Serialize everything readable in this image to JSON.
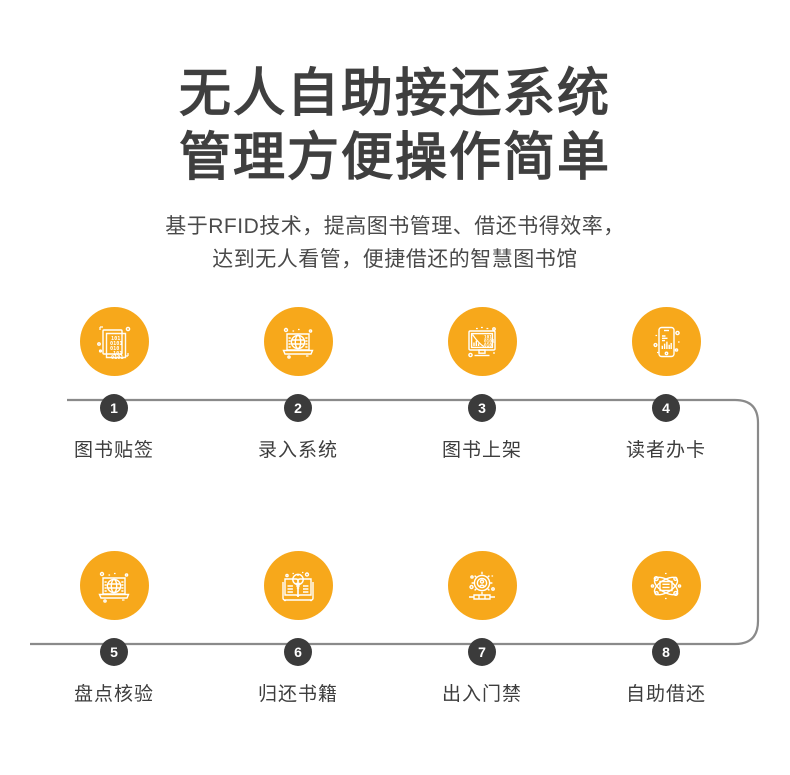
{
  "theme": {
    "accent": "#f7a81b",
    "badge_bg": "#3b3b3b",
    "line": "#8a8a8a",
    "text": "#3d3d3d",
    "background": "#ffffff"
  },
  "heading": {
    "line1": "无人自助接还系统",
    "line2": "管理方便操作简单"
  },
  "subtitle": {
    "line1": "基于RFID技术，提高图书管理、借还书得效率，",
    "line2": "达到无人看管，便捷借还的智慧图书馆"
  },
  "flow": {
    "rows": [
      {
        "steps": [
          {
            "number": "1",
            "label": "图书贴签",
            "icon": "document-binary-icon"
          },
          {
            "number": "2",
            "label": "录入系统",
            "icon": "laptop-globe-icon"
          },
          {
            "number": "3",
            "label": "图书上架",
            "icon": "monitor-chart-icon"
          },
          {
            "number": "4",
            "label": "读者办卡",
            "icon": "smartphone-chart-icon"
          }
        ]
      },
      {
        "steps": [
          {
            "number": "5",
            "label": "盘点核验",
            "icon": "laptop-globe-icon"
          },
          {
            "number": "6",
            "label": "归还书籍",
            "icon": "book-lightbulb-icon"
          },
          {
            "number": "7",
            "label": "出入门禁",
            "icon": "gear-person-icon"
          },
          {
            "number": "8",
            "label": "自助借还",
            "icon": "atom-book-icon"
          }
        ]
      }
    ]
  }
}
